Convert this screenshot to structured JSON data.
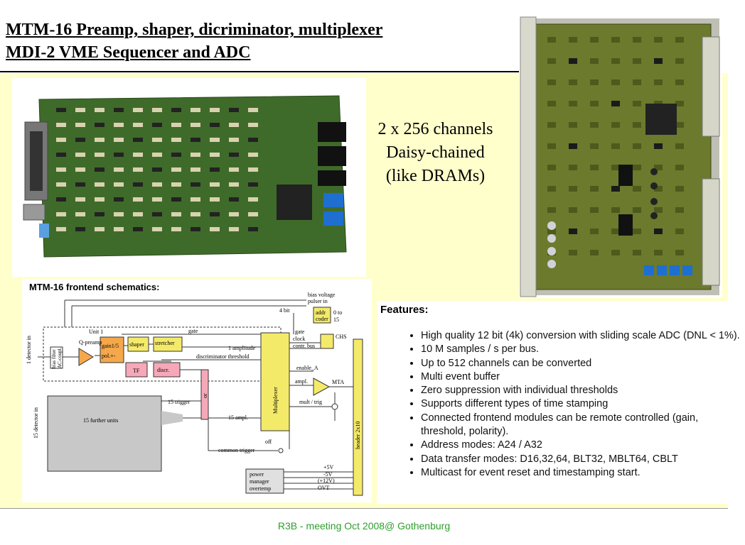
{
  "slide": {
    "title_line1": "MTM-16  Preamp, shaper, dicriminator, multiplexer",
    "title_line2": "MDI-2 VME Sequencer and ADC",
    "channels_lines": [
      "2 x 256 channels",
      "Daisy-chained",
      "(like DRAMs)"
    ],
    "footer": "R3B  - meeting  Oct 2008@ Gothenburg"
  },
  "schematic": {
    "title": "MTM-16 frontend schematics:",
    "labels": {
      "detector_in": "1 detector in",
      "bias_filter": "bias filter",
      "ac_coupl": "AC-coupl.",
      "unit1": "Unit 1",
      "qpreamp": "Q-preamp",
      "gain": "gain1/5",
      "pol": "pol.+-",
      "shaper": "shaper",
      "stretcher": "stretcher",
      "tf": "TF",
      "discr": "discr.",
      "bias_voltage": "bias voltage",
      "pulser_in": "pulser in",
      "four_bit": "4 bit",
      "addr": "addr",
      "coder": "coder",
      "range": "0 to",
      "range_max": "15",
      "gate": "gate",
      "gate2": "gate",
      "clock": "clock",
      "contr_bus": "contr. bus",
      "chs": "CHS",
      "one_amplitude": "1 amplitude",
      "discr_threshold": "discriminator threshold",
      "enable_a": "enable_A",
      "ampl": "ampl.",
      "mta": "MTA",
      "mult_trig": "mult / trig",
      "multiplexer": "Multiplexer",
      "header": "header 2x10",
      "or": "or",
      "detector_15": "15 detector in",
      "further_units": "15 further units",
      "trigger_15": "15 trigger",
      "ampl_15": "15 ampl.",
      "off": "off",
      "common_trigger": "common trigger",
      "power": "power",
      "manager": "manager",
      "overtemp": "overtemp",
      "p5v": "+5V",
      "m5v": "-5V",
      "p12v": "(+12V)",
      "ovt": "OVT"
    }
  },
  "features": {
    "title": "Features:",
    "items": [
      "High quality 12 bit (4k) conversion with sliding scale ADC (DNL < 1%).",
      "10 M samples / s per bus.",
      "Up to 512 channels can be converted",
      "Multi event buffer",
      "Zero suppression with individual thresholds",
      "Supports different types of time stamping",
      "Connected frontend modules can be remote controlled (gain, threshold, polarity).",
      "Address modes: A24 / A32",
      "Data transfer modes: D16,32,64, BLT32, MBLT64, CBLT",
      "Multicast for event reset and timestamping start."
    ]
  },
  "colors": {
    "panel": "#ffffcc",
    "pcb_green": "#3f6b2a",
    "pcb_olive": "#6b7a2c",
    "block_yellow": "#f4ea6a",
    "block_orange": "#f5a84b",
    "block_pink": "#f7a8b8",
    "footer_green": "#2ca02c"
  }
}
